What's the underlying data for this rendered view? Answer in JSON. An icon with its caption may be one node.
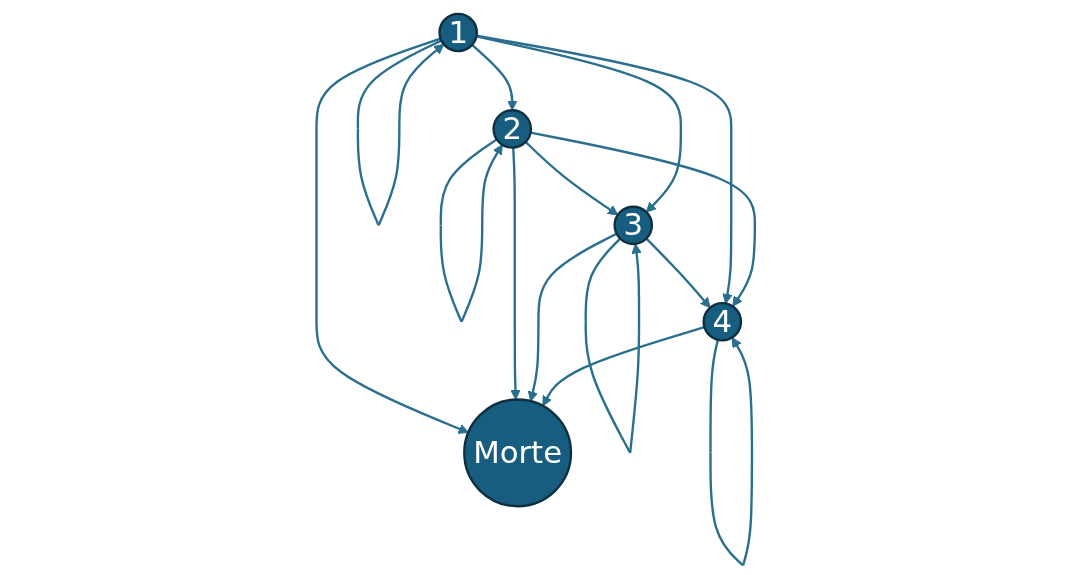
{
  "diagram": {
    "nodes": [
      {
        "text": [
          "1"
        ]
      },
      {
        "text": [
          "2"
        ]
      },
      {
        "text": [
          "3"
        ]
      },
      {
        "text": [
          "4"
        ]
      },
      {
        "text": [
          "Morte"
        ]
      }
    ],
    "edges": [
      {
        "from": 0,
        "to": 0,
        "arrow": "to"
      },
      {
        "from": 1,
        "to": 1,
        "arrow": "to"
      },
      {
        "from": 2,
        "to": 2,
        "arrow": "to"
      },
      {
        "from": 3,
        "to": 3,
        "arrow": "to"
      },
      {
        "from": 0,
        "to": 1,
        "arrow": "to"
      },
      {
        "from": 1,
        "to": 2,
        "arrow": "to"
      },
      {
        "from": 2,
        "to": 3,
        "arrow": "to"
      },
      {
        "from": 0,
        "to": 2,
        "arrow": "to"
      },
      {
        "from": 0,
        "to": 3,
        "arrow": "to"
      },
      {
        "from": 1,
        "to": 3,
        "arrow": "to"
      },
      {
        "from": 0,
        "to": 4,
        "arrow": "to"
      },
      {
        "from": 1,
        "to": 4,
        "arrow": "to"
      },
      {
        "from": 2,
        "to": 4,
        "arrow": "to"
      },
      {
        "from": 3,
        "to": 4,
        "arrow": "to"
      }
    ]
  }
}
